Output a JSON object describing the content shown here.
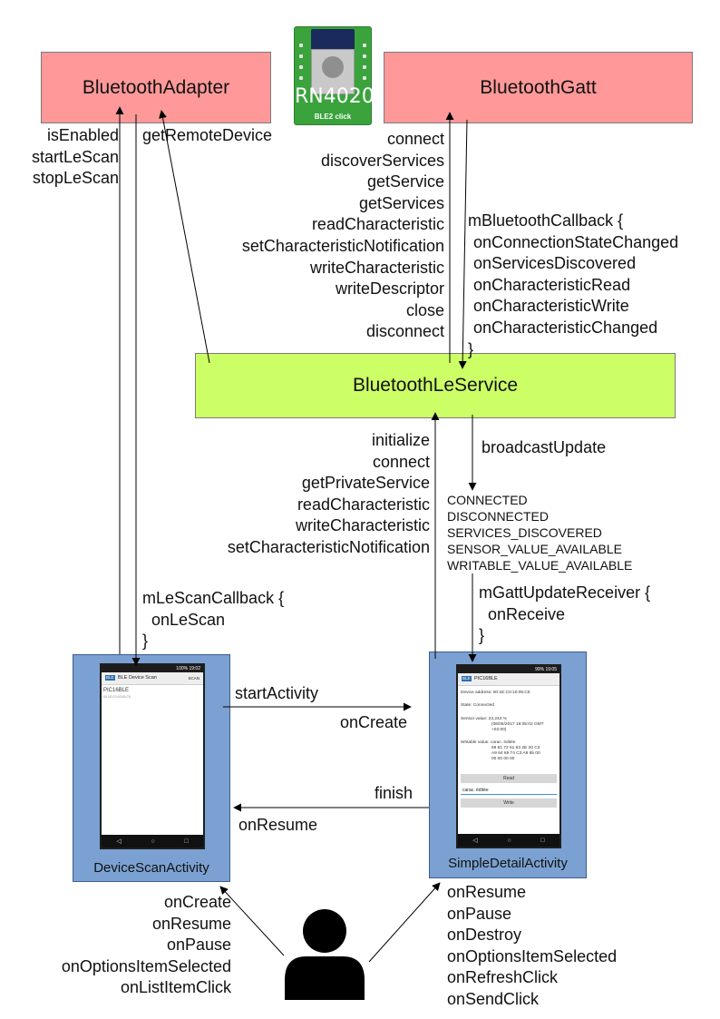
{
  "boxes": {
    "bluetooth_adapter": "BluetoothAdapter",
    "bluetooth_gatt": "BluetoothGatt",
    "bluetooth_le_service": "BluetoothLeService"
  },
  "module": {
    "label": "RN4020",
    "sub_label": "BLE2 click"
  },
  "adapter_calls": [
    "isEnabled",
    "startLeScan",
    "stopLeScan"
  ],
  "get_remote_device": "getRemoteDevice",
  "gatt_calls": [
    "connect",
    "discoverServices",
    "getService",
    "getServices",
    "readCharacteristic",
    "setCharacteristicNotification",
    "writeCharacteristic",
    "writeDescriptor",
    "close",
    "disconnect"
  ],
  "gatt_callback": [
    "mBluetoothCallback {",
    "onConnectionStateChanged",
    "onServicesDiscovered",
    "onCharacteristicRead",
    "onCharacteristicWrite",
    "onCharacteristicChanged",
    "}"
  ],
  "service_calls": [
    "initialize",
    "connect",
    "getPrivateService",
    "readCharacteristic",
    "writeCharacteristic",
    "setCharacteristicNotification"
  ],
  "broadcast_update": "broadcastUpdate",
  "broadcast_actions": [
    "CONNECTED",
    "DISCONNECTED",
    "SERVICES_DISCOVERED",
    "SENSOR_VALUE_AVAILABLE",
    "WRITABLE_VALUE_AVAILABLE"
  ],
  "gatt_update_receiver": [
    "mGattUpdateReceiver {",
    "onReceive",
    "}"
  ],
  "le_scan_callback": [
    "mLeScanCallback {",
    "onLeScan",
    "}"
  ],
  "transitions": {
    "start_activity": "startActivity",
    "on_create": "onCreate",
    "finish": "finish",
    "on_resume": "onResume"
  },
  "device_scan_activity": {
    "caption": "DeviceScanActivity",
    "status": "100% 19:02",
    "logo": "BLE",
    "app_title": "BLE Device Scan",
    "action": "SCAN",
    "device_name": "PIC16BLE",
    "device_address": "00:1E:C0:10:05:C5"
  },
  "simple_detail_activity": {
    "caption": "SimpleDetailActivity",
    "status": "99% 19:05",
    "logo": "BLE",
    "app_title": "PIC16BLE",
    "device_address": "Device address: 00:1E:C0:10:05:C5",
    "state": "State: Connected",
    "sensor_value": [
      "Sensor value: 23,243 %",
      "(06/06/2017 19:05:02 GMT",
      "+02:00)"
    ],
    "writable_value": [
      "Writable value: carac. éditée",
      "69 61 72 61 63 2E 20 C3",
      "A9 64 69 74 C3 A9 65 00",
      "00 00 00 00"
    ],
    "read_button": "Read",
    "input_value": "carac. éditée",
    "write_button": "Write"
  },
  "user_calls_scan": [
    "onCreate",
    "onResume",
    "onPause",
    "onOptionsItemSelected",
    "onListItemClick"
  ],
  "user_calls_detail": [
    "onResume",
    "onPause",
    "onDestroy",
    "onOptionsItemSelected",
    "onRefreshClick",
    "onSendClick"
  ]
}
